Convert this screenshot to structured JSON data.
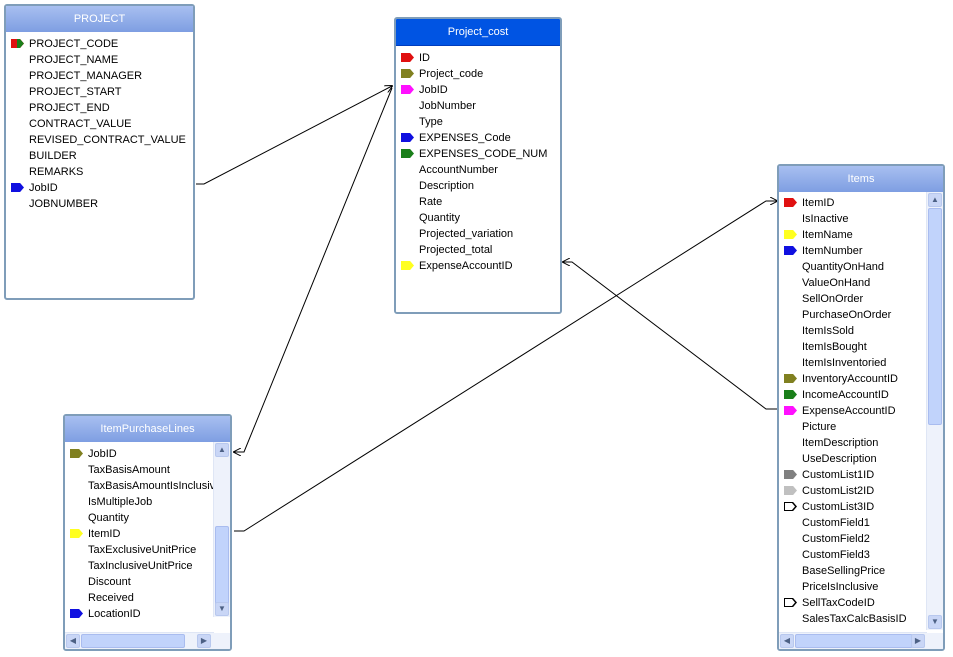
{
  "key_colors": {
    "red": "#e01010",
    "olive": "#808020",
    "magenta": "#ff10ff",
    "blue": "#1010e0",
    "green": "#1a7f1a",
    "yellow": "#ffff20",
    "gray": "#808080",
    "light_gray": "#c0c0c0"
  },
  "tables": {
    "project": {
      "title": "PROJECT",
      "fields": [
        {
          "name": "PROJECT_CODE",
          "key": "red-green"
        },
        {
          "name": "PROJECT_NAME",
          "key": ""
        },
        {
          "name": "PROJECT_MANAGER",
          "key": ""
        },
        {
          "name": "PROJECT_START",
          "key": ""
        },
        {
          "name": "PROJECT_END",
          "key": ""
        },
        {
          "name": "CONTRACT_VALUE",
          "key": ""
        },
        {
          "name": "REVISED_CONTRACT_VALUE",
          "key": ""
        },
        {
          "name": "BUILDER",
          "key": ""
        },
        {
          "name": "REMARKS",
          "key": ""
        },
        {
          "name": "JobID",
          "key": "blue"
        },
        {
          "name": "JOBNUMBER",
          "key": ""
        }
      ]
    },
    "project_cost": {
      "title": "Project_cost",
      "fields": [
        {
          "name": "ID",
          "key": "red"
        },
        {
          "name": "Project_code",
          "key": "olive"
        },
        {
          "name": "JobID",
          "key": "magenta"
        },
        {
          "name": "JobNumber",
          "key": ""
        },
        {
          "name": "Type",
          "key": ""
        },
        {
          "name": "EXPENSES_Code",
          "key": "blue"
        },
        {
          "name": "EXPENSES_CODE_NUM",
          "key": "green"
        },
        {
          "name": "AccountNumber",
          "key": ""
        },
        {
          "name": "Description",
          "key": ""
        },
        {
          "name": "Rate",
          "key": ""
        },
        {
          "name": "Quantity",
          "key": ""
        },
        {
          "name": "Projected_variation",
          "key": ""
        },
        {
          "name": "Projected_total",
          "key": ""
        },
        {
          "name": "ExpenseAccountID",
          "key": "yellow"
        }
      ]
    },
    "item_purchase_lines": {
      "title": "ItemPurchaseLines",
      "fields": [
        {
          "name": "JobID",
          "key": "olive"
        },
        {
          "name": "TaxBasisAmount",
          "key": ""
        },
        {
          "name": "TaxBasisAmountIsInclusive",
          "key": ""
        },
        {
          "name": "IsMultipleJob",
          "key": ""
        },
        {
          "name": "Quantity",
          "key": ""
        },
        {
          "name": "ItemID",
          "key": "yellow"
        },
        {
          "name": "TaxExclusiveUnitPrice",
          "key": ""
        },
        {
          "name": "TaxInclusiveUnitPrice",
          "key": ""
        },
        {
          "name": "Discount",
          "key": ""
        },
        {
          "name": "Received",
          "key": ""
        },
        {
          "name": "LocationID",
          "key": "blue"
        }
      ]
    },
    "items": {
      "title": "Items",
      "fields": [
        {
          "name": "ItemID",
          "key": "red"
        },
        {
          "name": "IsInactive",
          "key": ""
        },
        {
          "name": "ItemName",
          "key": "yellow"
        },
        {
          "name": "ItemNumber",
          "key": "blue"
        },
        {
          "name": "QuantityOnHand",
          "key": ""
        },
        {
          "name": "ValueOnHand",
          "key": ""
        },
        {
          "name": "SellOnOrder",
          "key": ""
        },
        {
          "name": "PurchaseOnOrder",
          "key": ""
        },
        {
          "name": "ItemIsSold",
          "key": ""
        },
        {
          "name": "ItemIsBought",
          "key": ""
        },
        {
          "name": "ItemIsInventoried",
          "key": ""
        },
        {
          "name": "InventoryAccountID",
          "key": "olive"
        },
        {
          "name": "IncomeAccountID",
          "key": "green"
        },
        {
          "name": "ExpenseAccountID",
          "key": "magenta"
        },
        {
          "name": "Picture",
          "key": ""
        },
        {
          "name": "ItemDescription",
          "key": ""
        },
        {
          "name": "UseDescription",
          "key": ""
        },
        {
          "name": "CustomList1ID",
          "key": "gray"
        },
        {
          "name": "CustomList2ID",
          "key": "light_gray"
        },
        {
          "name": "CustomList3ID",
          "key": "white"
        },
        {
          "name": "CustomField1",
          "key": ""
        },
        {
          "name": "CustomField2",
          "key": ""
        },
        {
          "name": "CustomField3",
          "key": ""
        },
        {
          "name": "BaseSellingPrice",
          "key": ""
        },
        {
          "name": "PriceIsInclusive",
          "key": ""
        },
        {
          "name": "SellTaxCodeID",
          "key": "white"
        },
        {
          "name": "SalesTaxCalcBasisID",
          "key": ""
        }
      ]
    }
  }
}
